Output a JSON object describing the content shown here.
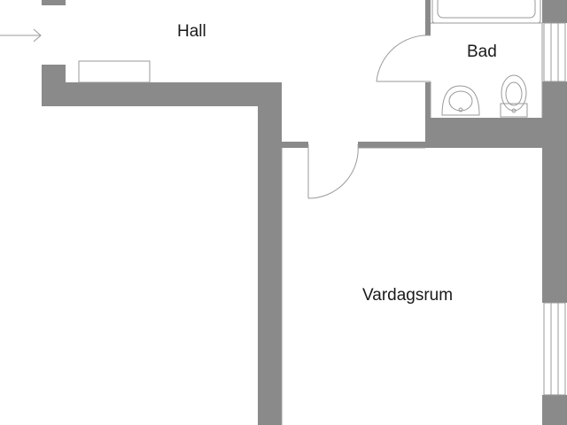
{
  "rooms": {
    "hall": "Hall",
    "bad": "Bad",
    "vardagsrum": "Vardagsrum"
  },
  "colors": {
    "wall": "#8a8a8a",
    "line": "#9a9a9a",
    "background": "#ffffff"
  }
}
